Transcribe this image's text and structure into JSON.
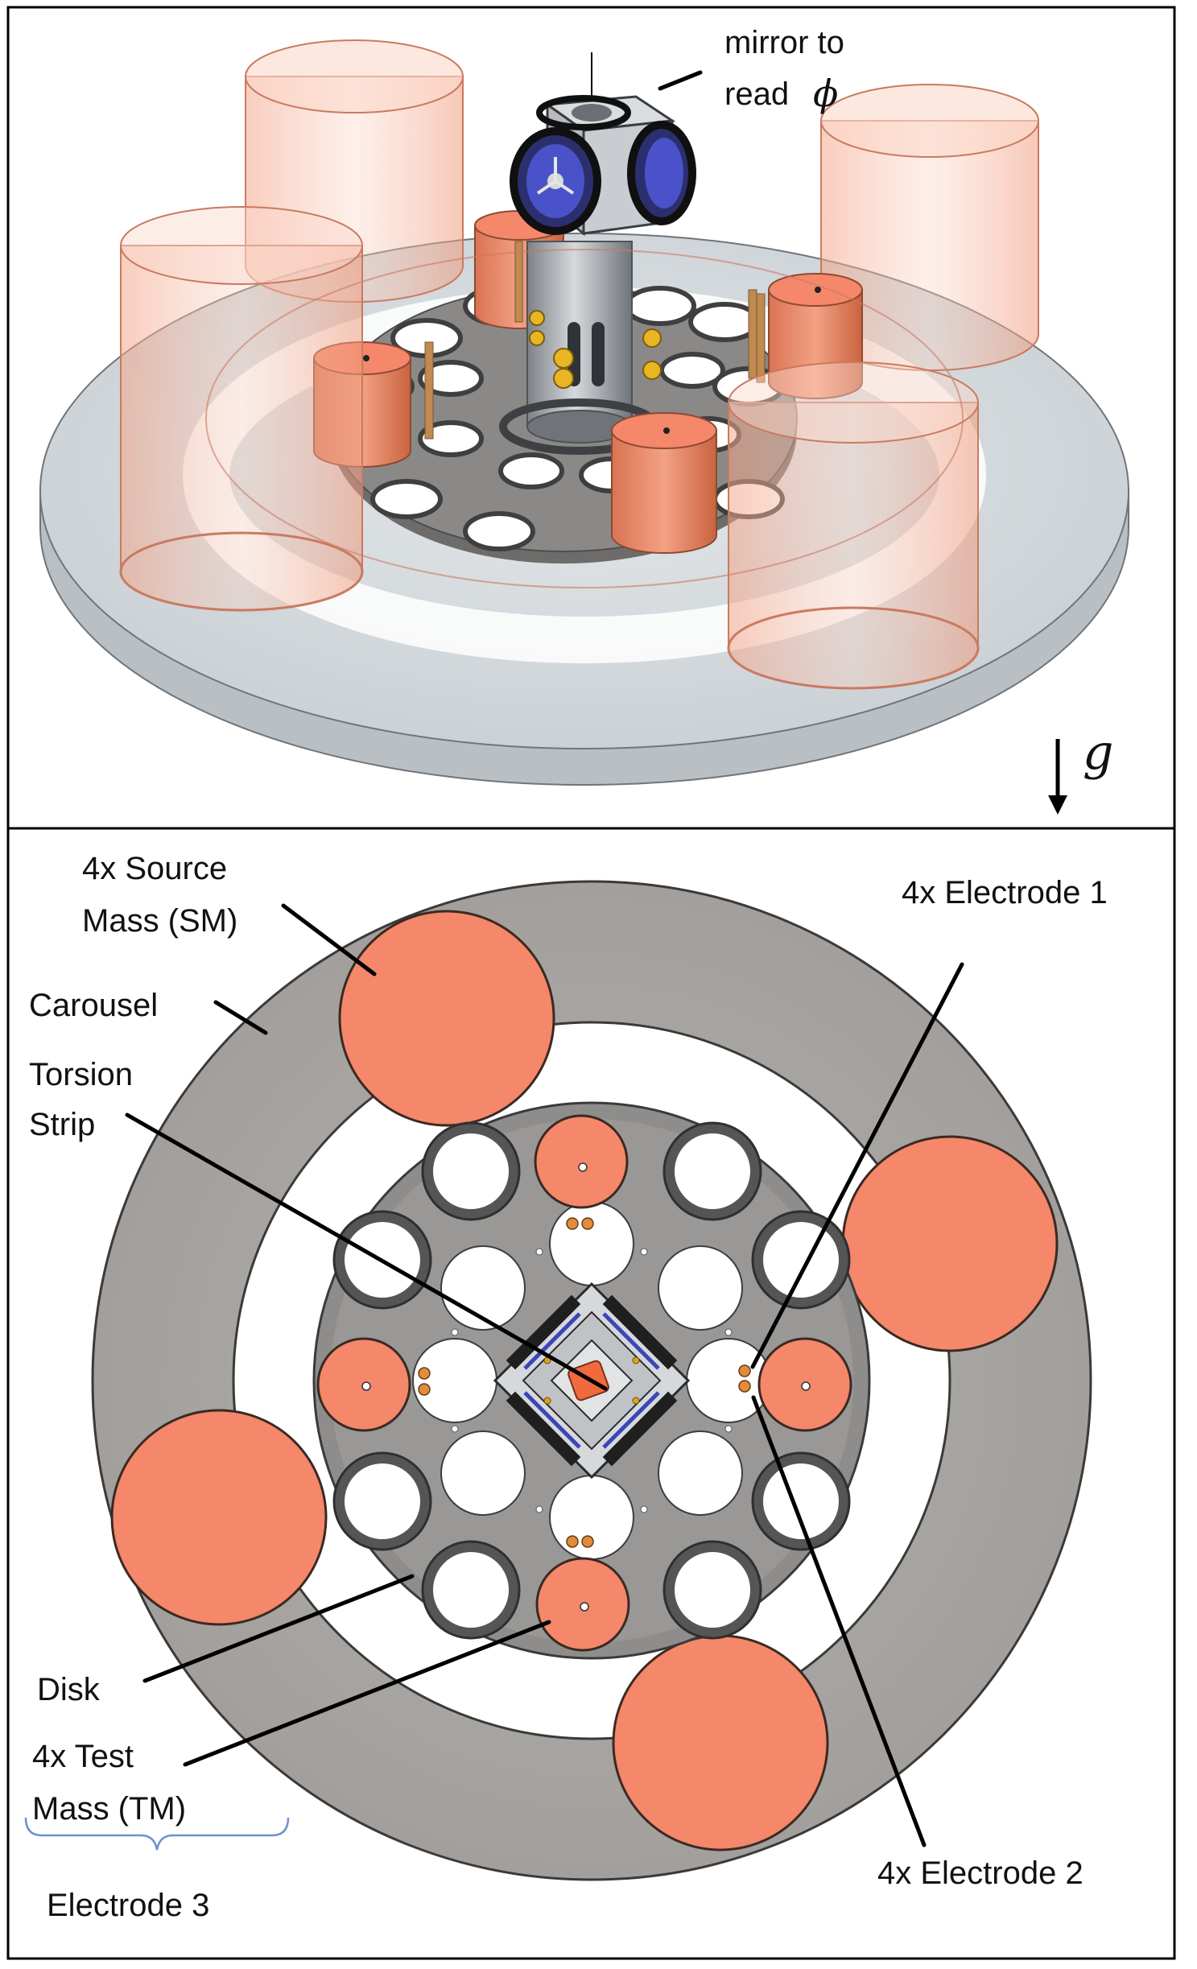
{
  "colors": {
    "copper": "#f5876a",
    "copper_dark": "#c96a4d",
    "carousel": "#a7a5a2",
    "disk": "#8f8d8b",
    "ring": "#5d5d5d",
    "plate": "#d5dadd",
    "plate_side": "#b9bfc3",
    "blue": "#3e44b8",
    "gold": "#d9a521",
    "brace": "#6b93cf"
  },
  "icons": {
    "gravity_arrow": "down-arrow-icon",
    "pendulum_mirror": "mirror-cube-icon"
  },
  "top_panel": {
    "mirror_label_line1": "mirror to",
    "mirror_label_line2": "read",
    "phi": "ϕ",
    "gravity": "g"
  },
  "bottom_panel": {
    "sm_line1": "4x Source",
    "sm_line2": "Mass (SM)",
    "carousel": "Carousel",
    "torsion_line1": "Torsion",
    "torsion_line2": "Strip",
    "disk": "Disk",
    "tm_line1": "4x Test",
    "tm_line2": "Mass (TM)",
    "electrode3": "Electrode 3",
    "electrode1": "4x Electrode 1",
    "electrode2": "4x Electrode 2"
  }
}
